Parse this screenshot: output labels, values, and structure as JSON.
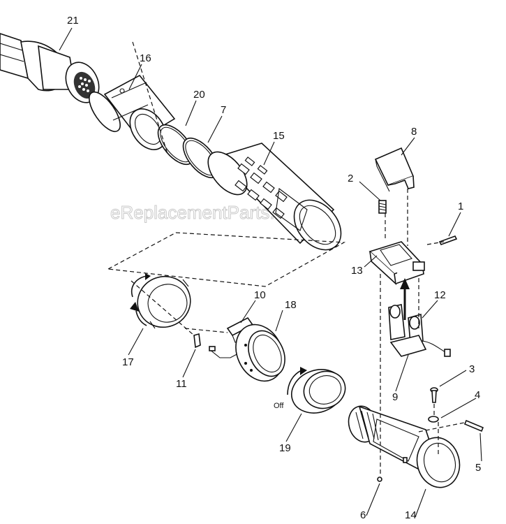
{
  "watermark": "eReplacementParts.com",
  "off_label": "Off",
  "callouts": {
    "c21": "21",
    "c16": "16",
    "c20": "20",
    "c7": "7",
    "c15": "15",
    "c8": "8",
    "c2": "2",
    "c1": "1",
    "c13": "13",
    "c12": "12",
    "c10": "10",
    "c18": "18",
    "c17": "17",
    "c11": "11",
    "c9": "9",
    "c3": "3",
    "c4": "4",
    "c19": "19",
    "c5": "5",
    "c6": "6",
    "c14": "14"
  }
}
